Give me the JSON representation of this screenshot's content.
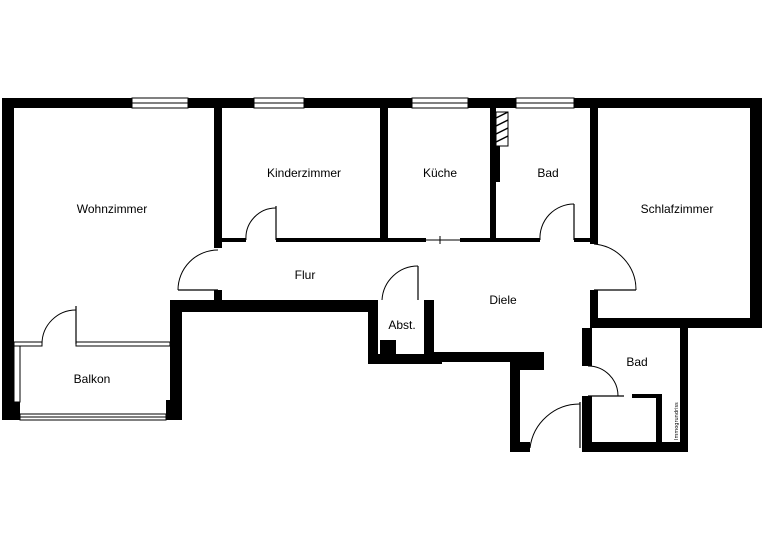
{
  "plan": {
    "rooms": {
      "wohnzimmer": "Wohnzimmer",
      "kinderzimmer": "Kinderzimmer",
      "kueche": "Küche",
      "bad_top": "Bad",
      "schlafzimmer": "Schlafzimmer",
      "flur": "Flur",
      "diele": "Diele",
      "abst": "Abst.",
      "balkon": "Balkon",
      "bad_small": "Bad"
    },
    "watermark": "Immogrundriss"
  }
}
